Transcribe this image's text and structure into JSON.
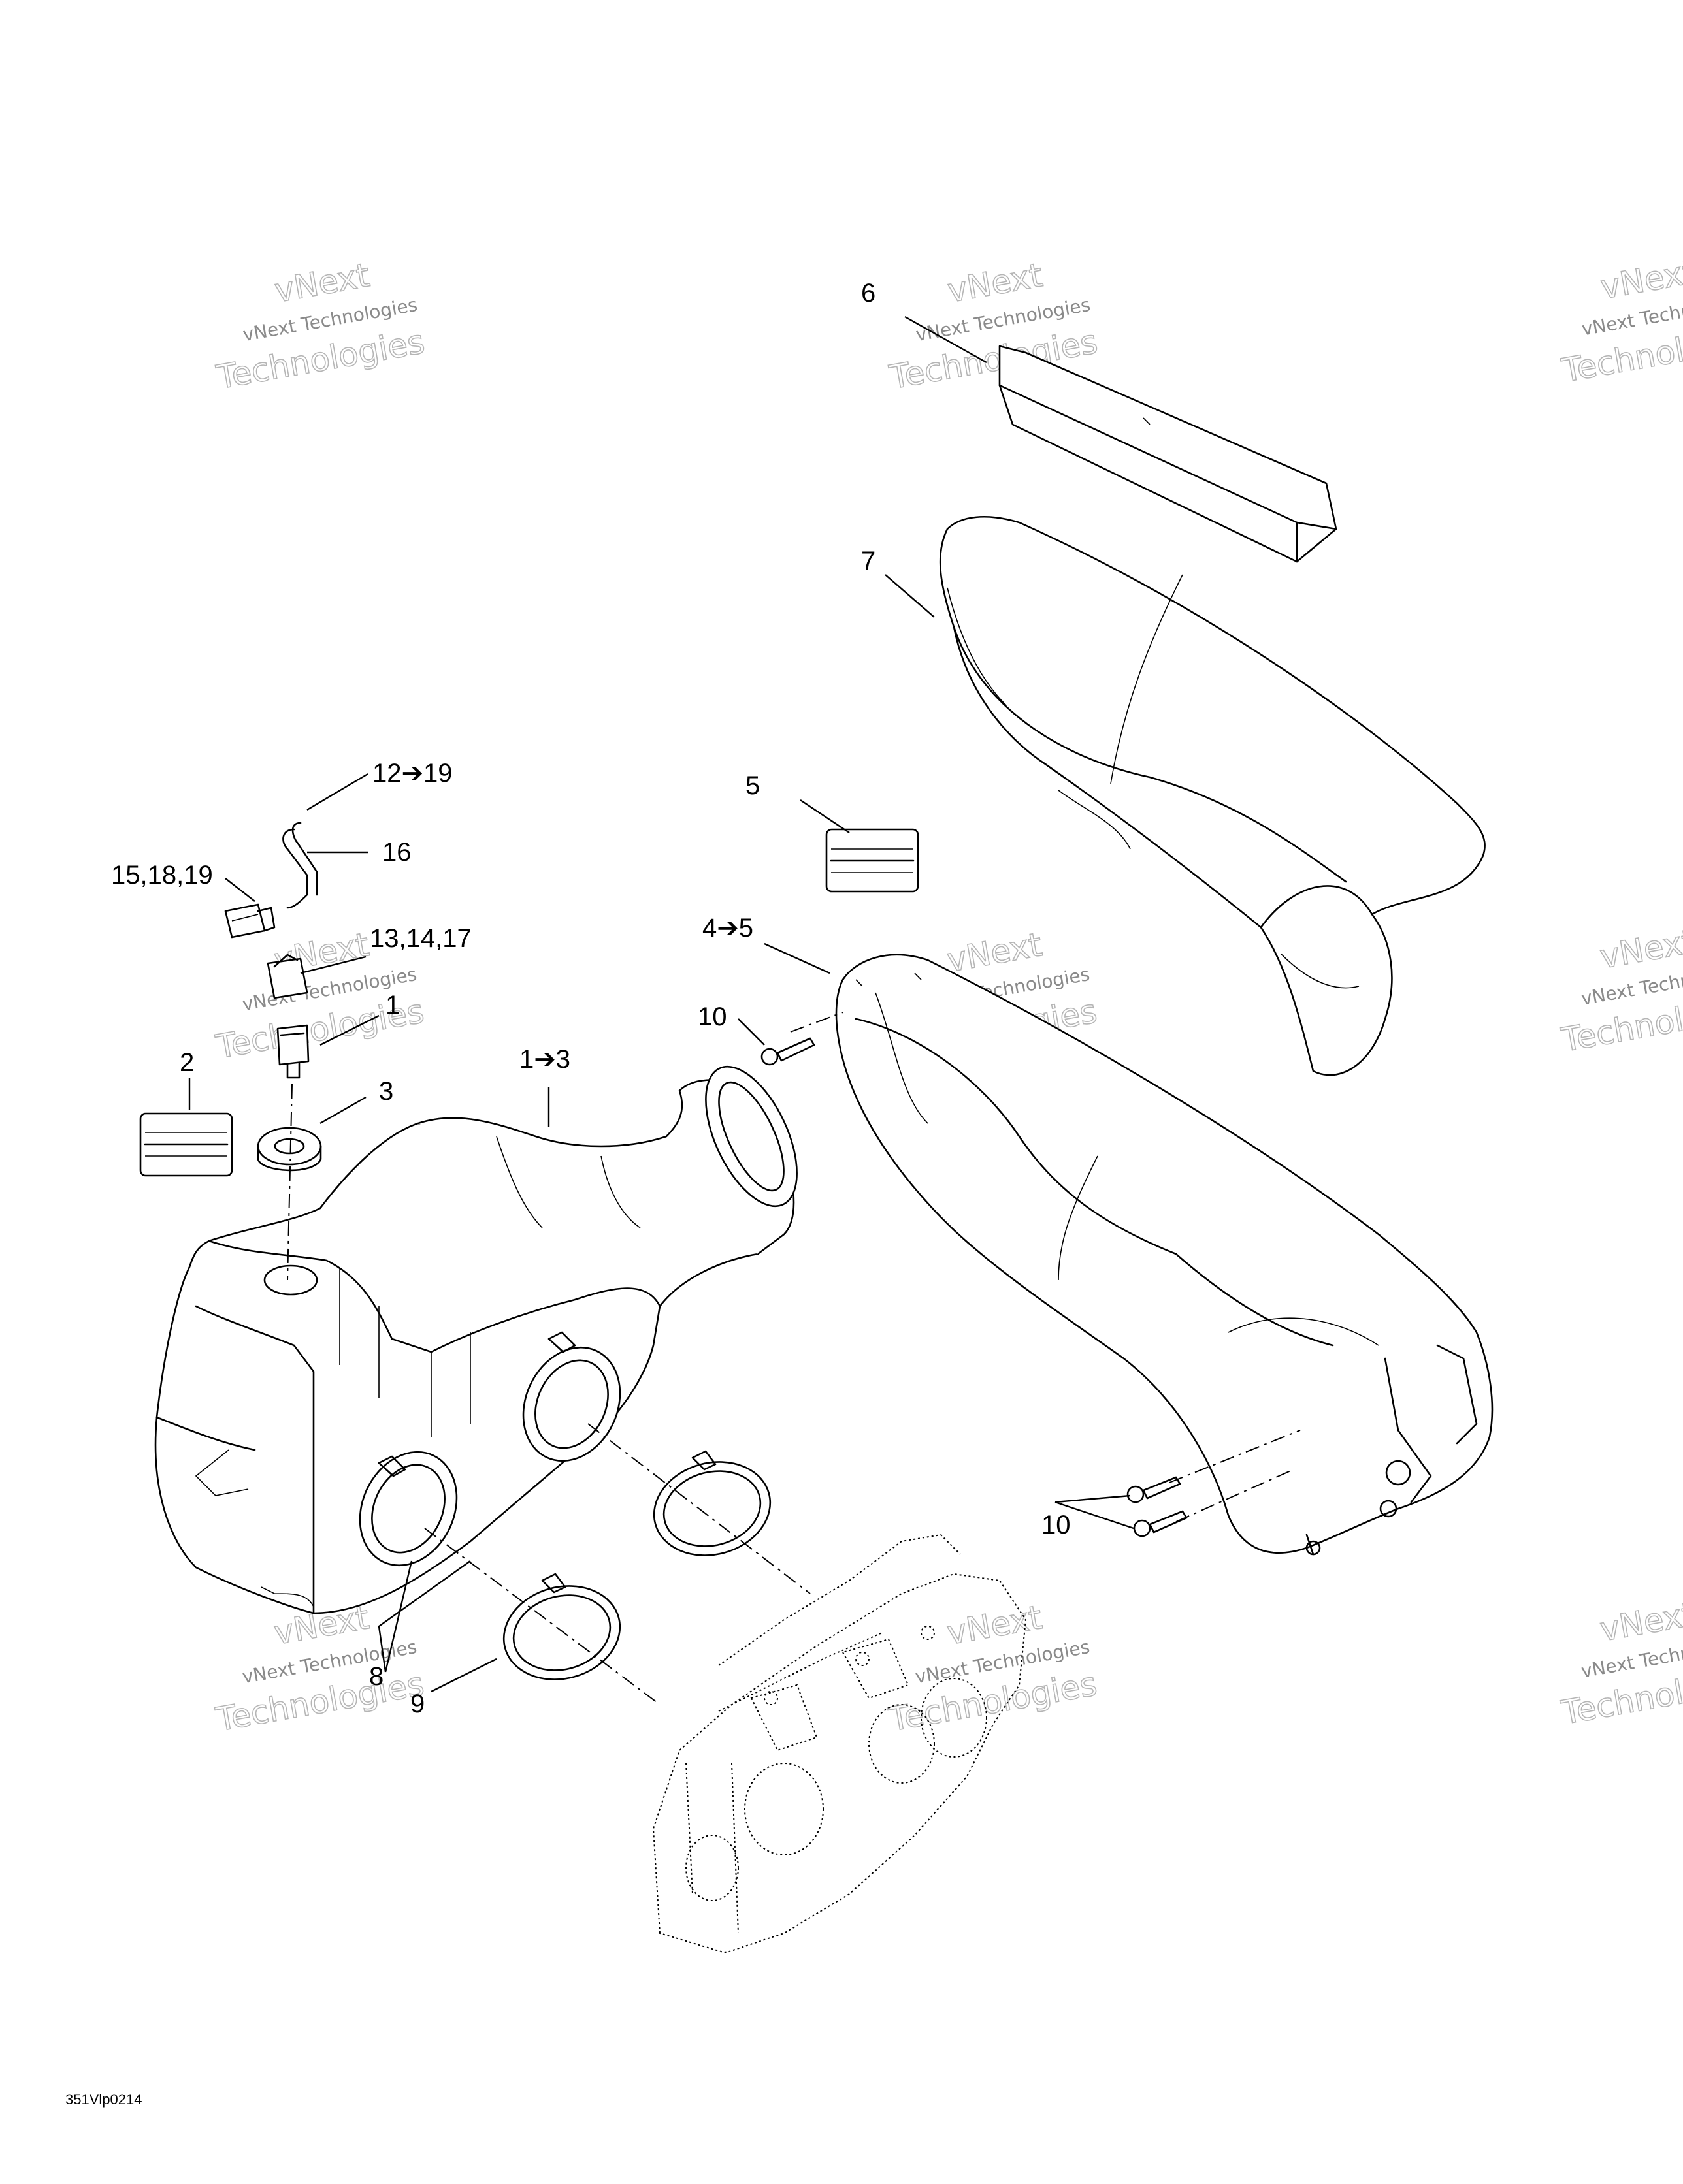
{
  "watermark": {
    "line1": "vNext",
    "line2": "vNext Technologies",
    "line3": "Technologies"
  },
  "callouts": {
    "c6": "6",
    "c7": "7",
    "c5": "5",
    "c4to5": "4➔5",
    "c10a": "10",
    "c10b": "10",
    "c12to19": "12➔19",
    "c16": "16",
    "c15_18_19": "15,18,19",
    "c13_14_17": "13,14,17",
    "c1": "1",
    "c2": "2",
    "c1to3": "1➔3",
    "c3": "3",
    "c8": "8",
    "c9": "9"
  },
  "figure_code": "351Vlp0214"
}
